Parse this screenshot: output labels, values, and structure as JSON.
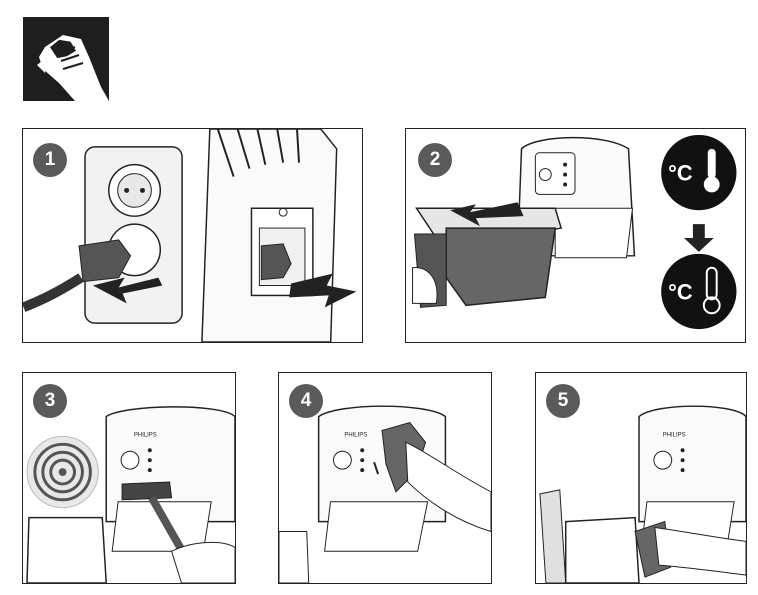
{
  "steps": [
    {
      "number": "1"
    },
    {
      "number": "2"
    },
    {
      "number": "3"
    },
    {
      "number": "4"
    },
    {
      "number": "5"
    }
  ],
  "temperature_unit": "°C",
  "brand": "PHILIPS",
  "icons": {
    "header": "cleaning-hand-cloth-icon",
    "hot": "thermometer-hot-icon",
    "cool": "thermometer-cool-icon",
    "arrow": "arrow-down-icon"
  }
}
